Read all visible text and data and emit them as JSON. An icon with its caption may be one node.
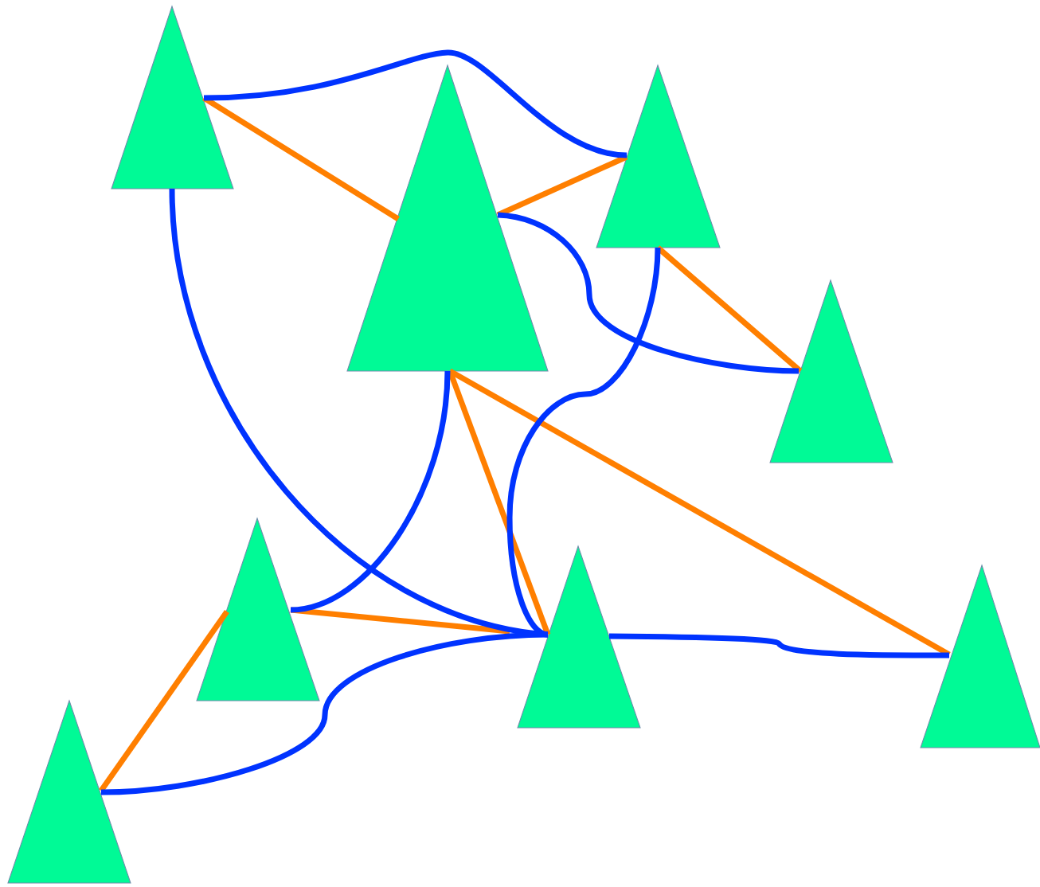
{
  "diagram": {
    "nodes": [
      {
        "text": [],
        "shape": "triangle"
      },
      {
        "text": [],
        "shape": "triangle"
      },
      {
        "text": [],
        "shape": "triangle"
      },
      {
        "text": [],
        "shape": "triangle"
      },
      {
        "text": [],
        "shape": "triangle"
      },
      {
        "text": [],
        "shape": "triangle"
      },
      {
        "text": [],
        "shape": "triangle"
      },
      {
        "text": [],
        "shape": "triangle"
      }
    ],
    "edges": [
      {
        "from": 0,
        "to": 1,
        "arrow": "none",
        "color": "#ff7f00"
      },
      {
        "from": 1,
        "to": 2,
        "arrow": "none",
        "color": "#ff7f00"
      },
      {
        "from": 2,
        "to": 3,
        "arrow": "none",
        "color": "#ff7f00"
      },
      {
        "from": 1,
        "to": 6,
        "arrow": "none",
        "color": "#ff7f00"
      },
      {
        "from": 1,
        "to": 5,
        "arrow": "none",
        "color": "#ff7f00"
      },
      {
        "from": 4,
        "to": 5,
        "arrow": "none",
        "color": "#ff7f00"
      },
      {
        "from": 7,
        "to": 4,
        "arrow": "none",
        "color": "#ff7f00"
      },
      {
        "from": 0,
        "to": 2,
        "arrow": "none",
        "color": "#0033ff"
      },
      {
        "from": 1,
        "to": 3,
        "arrow": "none",
        "color": "#0033ff"
      },
      {
        "from": 0,
        "to": 5,
        "arrow": "none",
        "color": "#0033ff"
      },
      {
        "from": 1,
        "to": 4,
        "arrow": "none",
        "color": "#0033ff"
      },
      {
        "from": 2,
        "to": 5,
        "arrow": "none",
        "color": "#0033ff"
      },
      {
        "from": 7,
        "to": 5,
        "arrow": "none",
        "color": "#0033ff"
      },
      {
        "from": 5,
        "to": 6,
        "arrow": "none",
        "color": "#0033ff"
      }
    ]
  }
}
